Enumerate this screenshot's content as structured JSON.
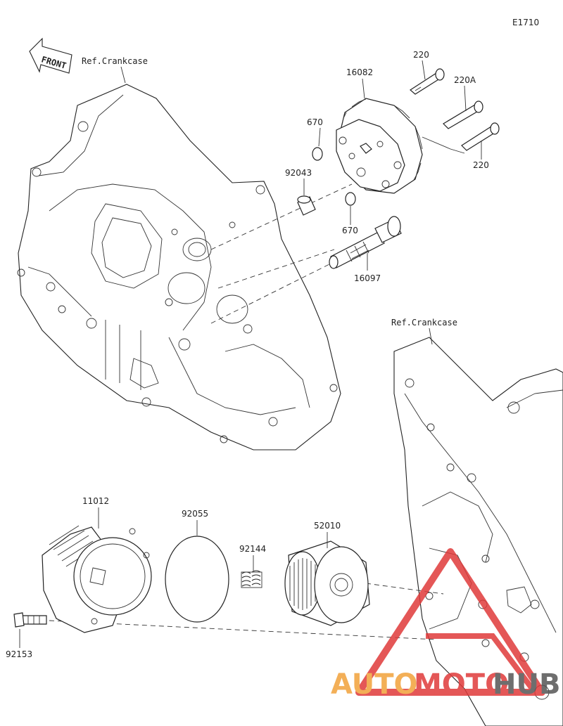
{
  "diagram_code": "E1710",
  "front_label": "FRONT",
  "ref_labels": {
    "upper": "Ref.Crankcase",
    "lower": "Ref.Crankcase"
  },
  "parts": {
    "bolt_top": "220",
    "bolt_mid": "220A",
    "bolt_low": "220",
    "pump": "16082",
    "oring_top": "670",
    "oring_low": "670",
    "pin": "92043",
    "shaft": "16097",
    "cover": "11012",
    "gasket": "92055",
    "spring": "92144",
    "filter": "52010",
    "bolt_cover": "92153"
  },
  "watermark": {
    "text_a": "AUTO",
    "text_b": "MOTO",
    "text_c": "HUB",
    "color_primary": "#f2a23a",
    "color_secondary": "#e03a3a",
    "color_dark": "#555555"
  }
}
